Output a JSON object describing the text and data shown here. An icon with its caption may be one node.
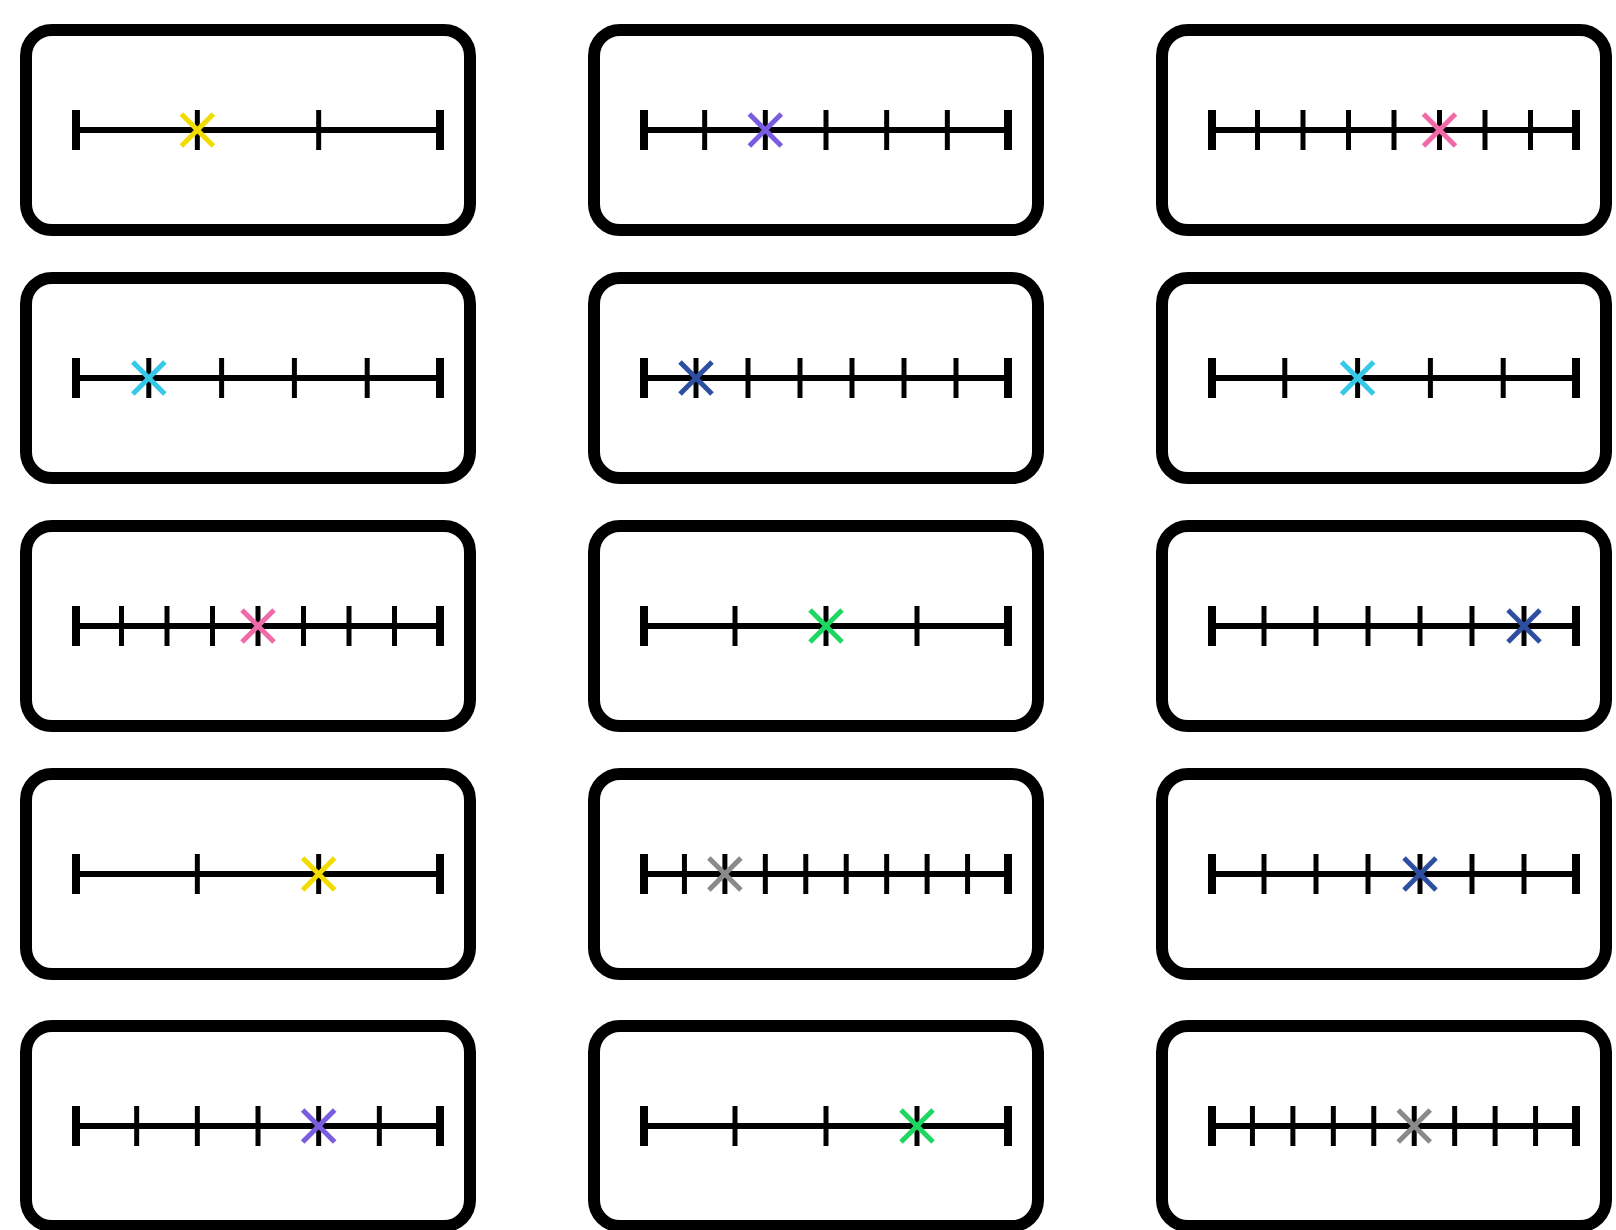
{
  "diagram": {
    "nodes": [
      {
        "text": [],
        "shape": "box"
      },
      {
        "text": [],
        "shape": "box"
      },
      {
        "text": [],
        "shape": "box"
      },
      {
        "text": [],
        "shape": "box"
      },
      {
        "text": [],
        "shape": "box"
      },
      {
        "text": [],
        "shape": "box"
      },
      {
        "text": [],
        "shape": "box"
      },
      {
        "text": [],
        "shape": "box"
      },
      {
        "text": [],
        "shape": "box"
      },
      {
        "text": [],
        "shape": "box"
      },
      {
        "text": [],
        "shape": "box"
      },
      {
        "text": [],
        "shape": "box"
      },
      {
        "text": [],
        "shape": "box"
      },
      {
        "text": [],
        "shape": "box"
      },
      {
        "text": [],
        "shape": "box"
      }
    ]
  }
}
